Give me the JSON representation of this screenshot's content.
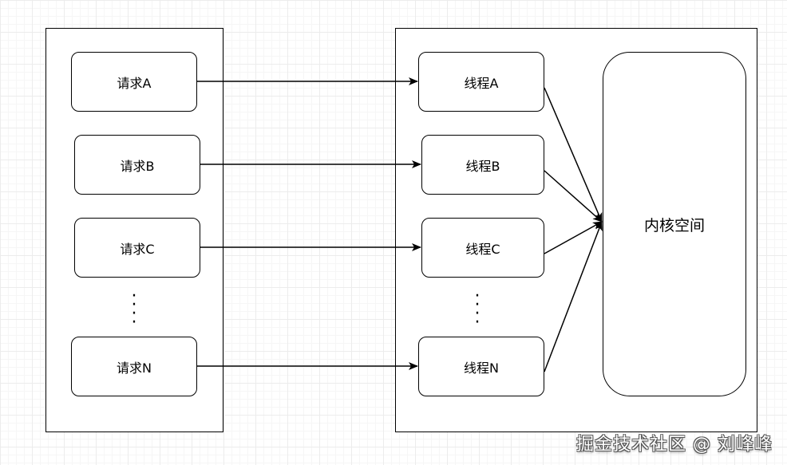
{
  "left_group": {
    "requests": [
      {
        "label": "请求A"
      },
      {
        "label": "请求B"
      },
      {
        "label": "请求C"
      },
      {
        "label": "请求N"
      }
    ]
  },
  "right_group": {
    "threads": [
      {
        "label": "线程A"
      },
      {
        "label": "线程B"
      },
      {
        "label": "线程C"
      },
      {
        "label": "线程N"
      }
    ],
    "kernel_label": "内核空间"
  },
  "watermark": "掘金技术社区 @ 刘峰峰"
}
